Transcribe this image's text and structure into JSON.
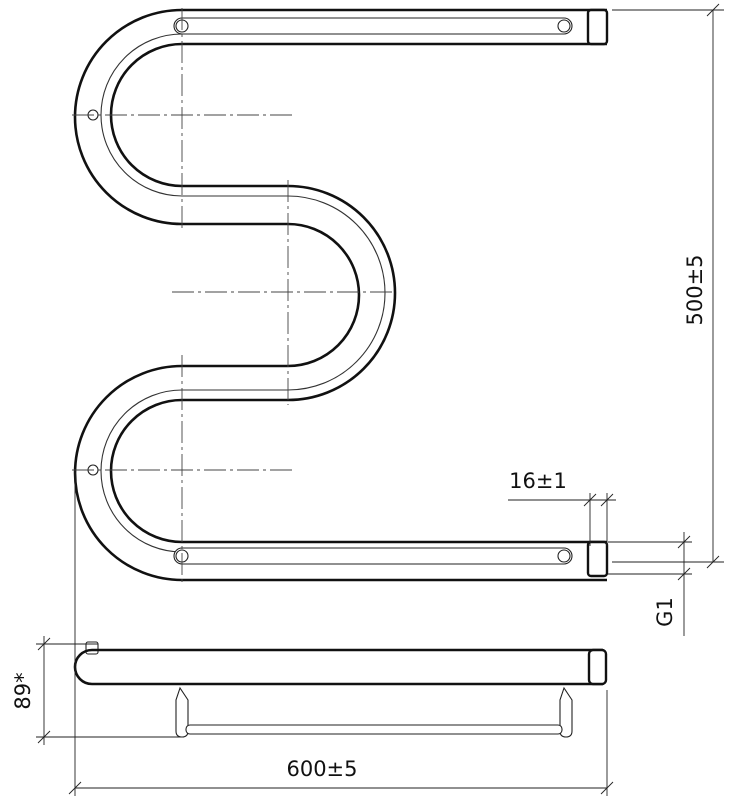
{
  "dimensions": {
    "width_label": "600±5",
    "height_label": "500±5",
    "tube_label": "16±1",
    "thread_label": "G1",
    "depth_label": "89*"
  }
}
